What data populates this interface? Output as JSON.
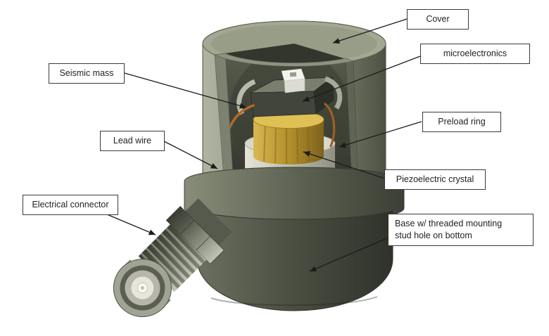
{
  "diagram": {
    "subject": "Piezoelectric accelerometer cutaway diagram",
    "labels": [
      {
        "id": "cover",
        "text": "Cover"
      },
      {
        "id": "microelectronics",
        "text": "microelectronics"
      },
      {
        "id": "seismic-mass",
        "text": "Seismic mass"
      },
      {
        "id": "preload-ring",
        "text": "Preload ring"
      },
      {
        "id": "lead-wire",
        "text": "Lead wire"
      },
      {
        "id": "piezoelectric-crystal",
        "text": "Piezoelectric crystal"
      },
      {
        "id": "electrical-connector",
        "text": "Electrical connector"
      },
      {
        "id": "base",
        "text_line1": "Base w/ threaded mounting",
        "text_line2": "stud hole on bottom"
      }
    ],
    "colors": {
      "background": "#ffffff",
      "label_background": "#ffffff",
      "label_border": "#3a3a3a",
      "arrow": "#1c1c1c",
      "cover_metal": "#8d927e",
      "interior_shadow": "#2b2e26",
      "crystal_gold": "#b3902b",
      "lead_wire_copper": "#b46a28",
      "connector_metal": "#8b9080"
    }
  }
}
